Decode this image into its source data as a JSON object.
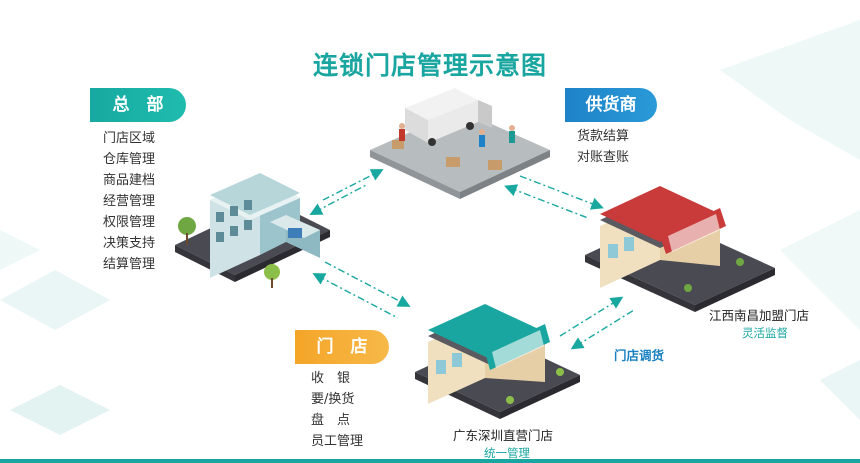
{
  "title": "连锁门店管理示意图",
  "hq": {
    "label": "总　部",
    "items": [
      "门店区域",
      "仓库管理",
      "商品建档",
      "经营管理",
      "权限管理",
      "决策支持",
      "结算管理"
    ]
  },
  "supplier": {
    "label": "供货商",
    "items": [
      "货款结算",
      "对账查账"
    ]
  },
  "store": {
    "label": "门　店",
    "items": [
      "收　银",
      "要/换货",
      "盘　点",
      "员工管理"
    ]
  },
  "franchise_store": {
    "caption": "江西南昌加盟门店",
    "sub": "灵活监督"
  },
  "direct_store": {
    "caption": "广东深圳直营门店",
    "sub": "统一管理"
  },
  "transfer_label": "门店调货",
  "colors": {
    "teal": "#1aa6a0",
    "blue": "#1e82c8",
    "orange": "#f4a528",
    "arrow": "#19a8a0"
  }
}
